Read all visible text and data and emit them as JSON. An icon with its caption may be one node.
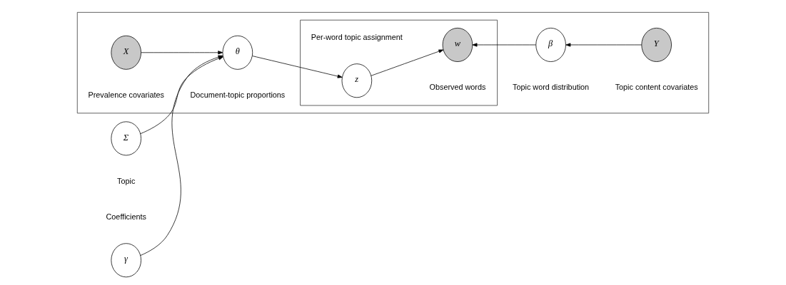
{
  "diagram": {
    "nodes": [
      {
        "text": [
          "Σ"
        ],
        "beside": [
          "Topic"
        ]
      },
      {
        "text": [],
        "shape": "box"
      },
      {
        "text": [
          "X"
        ],
        "in": 1,
        "beside": [
          "Prevalence covariates"
        ]
      },
      {
        "text": [
          "θ"
        ],
        "in": 1,
        "beside": [
          "Document-topic proportions"
        ]
      },
      {
        "text": [],
        "shape": "box",
        "in": 1
      },
      {
        "text": [
          "z"
        ],
        "in": 4,
        "beside": [
          "Per-word topic assignment"
        ]
      },
      {
        "text": [
          "w"
        ],
        "in": 4,
        "beside": [
          "Observed words"
        ]
      },
      {
        "text": [
          "β"
        ],
        "in": 1,
        "beside": [
          "Topic word distribution"
        ]
      },
      {
        "text": [
          "Y"
        ],
        "in": 1,
        "beside": [
          "Topic content covariates"
        ]
      },
      {
        "text": [
          "γ"
        ],
        "beside": [
          "Coefficients"
        ]
      }
    ],
    "edges": [
      {
        "from": 0,
        "to": 3,
        "arrow": "to"
      },
      {
        "from": 2,
        "to": 3,
        "arrow": "to"
      },
      {
        "from": 9,
        "to": 3,
        "arrow": "to"
      },
      {
        "from": 3,
        "to": 5,
        "arrow": "to"
      },
      {
        "from": 5,
        "to": 6,
        "arrow": "to"
      },
      {
        "from": 7,
        "to": 6,
        "arrow": "to"
      },
      {
        "from": 8,
        "to": 7,
        "arrow": "to"
      }
    ]
  }
}
